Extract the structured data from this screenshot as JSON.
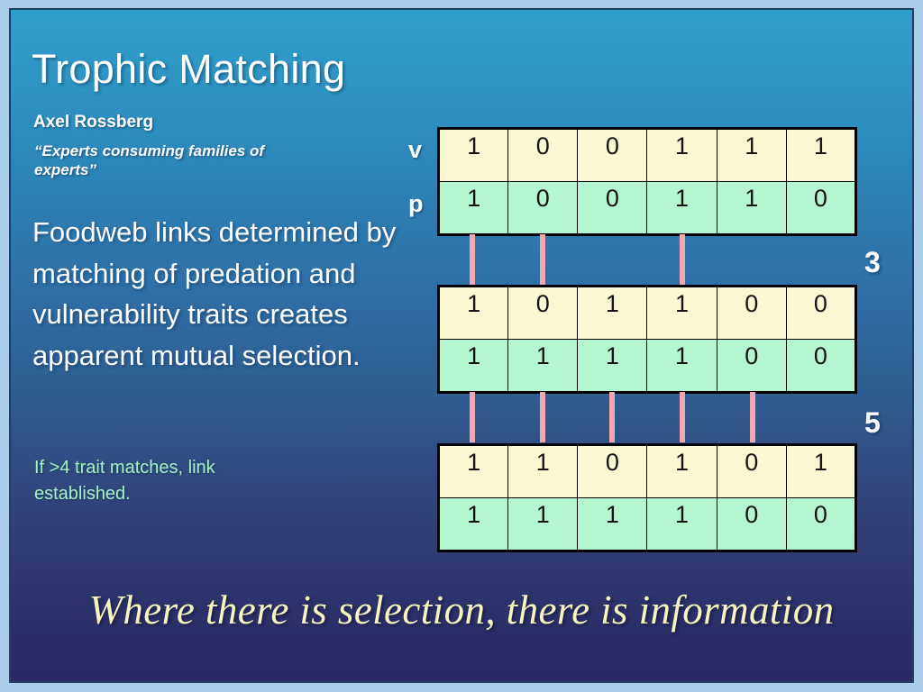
{
  "slide": {
    "title": "Trophic Matching",
    "author": "Axel Rossberg",
    "quote": "“Experts consuming families of experts”",
    "body": "Foodweb links determined by matching of predation and vulnerability traits creates apparent mutual selection.",
    "rule": "If >4 trait matches, link established.",
    "banner": "Where there is selection, there is information"
  },
  "labels": {
    "vulnerability": "v",
    "predation": "p"
  },
  "colors": {
    "vulnerability_row": "#faf8d2",
    "predation_row": "#b5f5cf",
    "connector": "#f4a7b0",
    "rule_text": "#a5f0c4",
    "banner_text": "#f7f4c0",
    "background_top": "#2f9ecb",
    "background_bottom": "#2b2a64",
    "frame": "#a9cdea"
  },
  "matrices": [
    {
      "name": "species-1",
      "v": [
        "1",
        "0",
        "0",
        "1",
        "1",
        "1"
      ],
      "p": [
        "1",
        "0",
        "0",
        "1",
        "1",
        "0"
      ]
    },
    {
      "name": "species-2",
      "v": [
        "1",
        "0",
        "1",
        "1",
        "0",
        "0"
      ],
      "p": [
        "1",
        "1",
        "1",
        "1",
        "0",
        "0"
      ]
    },
    {
      "name": "species-3",
      "v": [
        "1",
        "1",
        "0",
        "1",
        "0",
        "1"
      ],
      "p": [
        "1",
        "1",
        "1",
        "1",
        "0",
        "0"
      ]
    }
  ],
  "connections": [
    {
      "name": "links-1-to-2",
      "columns": [
        0,
        1,
        3
      ],
      "count": "3"
    },
    {
      "name": "links-2-to-3",
      "columns": [
        0,
        1,
        2,
        3,
        4
      ],
      "count": "5"
    }
  ]
}
